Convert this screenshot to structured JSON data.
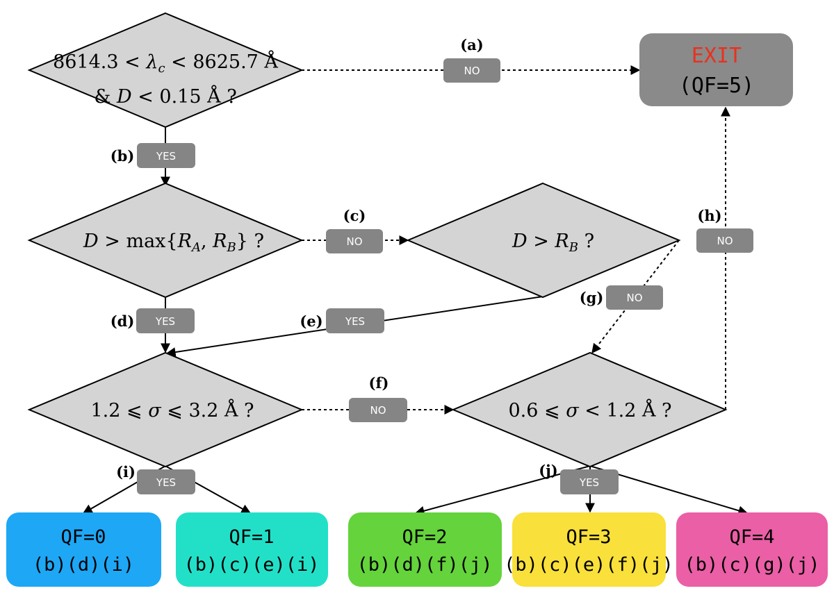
{
  "colors": {
    "diamond_fill": "#d4d4d4",
    "tag_fill": "#858585",
    "exit_fill": "#8a8a8a",
    "exit_word": "#e8321e",
    "qf0": "#1ea7f5",
    "qf1": "#22e0c8",
    "qf2": "#64d33c",
    "qf3": "#f9e03a",
    "qf4": "#ea5fa6"
  },
  "decisions": {
    "d1": {
      "line1_prefix": "8614.3 <",
      "line1_var": "λ",
      "line1_sub": "c",
      "line1_suffix": "< 8625.7 Å",
      "line2_prefix": "&",
      "line2_var": "D",
      "line2_suffix": "< 0.15 Å ?"
    },
    "d2": {
      "var": "D",
      "text": "> max{",
      "ra": "R",
      "ra_sub": "A",
      "comma": ",",
      "rb": "R",
      "rb_sub": "B",
      "suffix": "} ?"
    },
    "d3": {
      "var": "D",
      "text": ">",
      "rb": "R",
      "rb_sub": "B",
      "suffix": "?"
    },
    "d4": {
      "prefix": "1.2 ⩽",
      "var": "σ",
      "suffix": "⩽ 3.2 Å ?"
    },
    "d5": {
      "prefix": "0.6 ⩽",
      "var": "σ",
      "suffix": "< 1.2 Å ?"
    }
  },
  "steps": {
    "a": "(a)",
    "b": "(b)",
    "c": "(c)",
    "d": "(d)",
    "e": "(e)",
    "f": "(f)",
    "g": "(g)",
    "h": "(h)",
    "i": "(i)",
    "j": "(j)"
  },
  "tags": {
    "yes": "YES",
    "no": "NO"
  },
  "exit": {
    "word": "EXIT",
    "qf": "(QF=5)"
  },
  "outcomes": [
    {
      "qf": "QF=0",
      "path": "(b)(d)(i)"
    },
    {
      "qf": "QF=1",
      "path": "(b)(c)(e)(i)"
    },
    {
      "qf": "QF=2",
      "path": "(b)(d)(f)(j)"
    },
    {
      "qf": "QF=3",
      "path": "(b)(c)(e)(f)(j)"
    },
    {
      "qf": "QF=4",
      "path": "(b)(c)(g)(j)"
    }
  ]
}
